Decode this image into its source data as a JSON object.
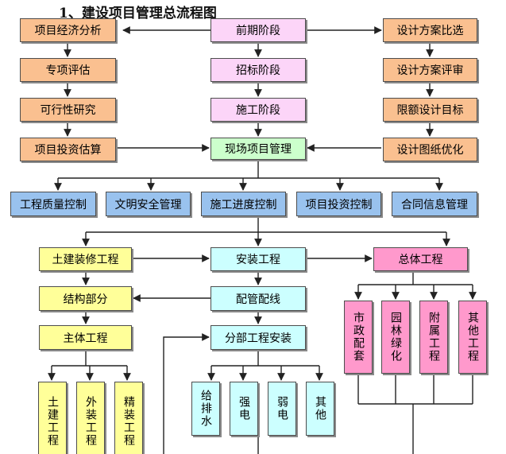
{
  "title": "1、建设项目管理总流程图",
  "nodes": {
    "n1": "项目经济分析",
    "n2": "专项评估",
    "n3": "可行性研究",
    "n4": "项目投资估算",
    "n5": "前期阶段",
    "n6": "招标阶段",
    "n7": "施工阶段",
    "n8": "现场项目管理",
    "n9": "设计方案比选",
    "n10": "设计方案评审",
    "n11": "限额设计目标",
    "n12": "设计图纸优化",
    "n13": "工程质量控制",
    "n14": "文明安全管理",
    "n15": "施工进度控制",
    "n16": "项目投资控制",
    "n17": "合同信息管理",
    "n18": "土建装修工程",
    "n19": "安装工程",
    "n20": "总体工程",
    "n21": "结构部分",
    "n22": "配管配线",
    "n23": "主体工程",
    "n24": "分部工程安装",
    "n25": "市政配套",
    "n26": "园林绿化",
    "n27": "附属工程",
    "n28": "其他工程",
    "n29": "土建工程",
    "n30": "外装工程",
    "n31": "精装工程",
    "n32": "给排水",
    "n33": "强电",
    "n34": "弱电",
    "n35": "其他"
  }
}
